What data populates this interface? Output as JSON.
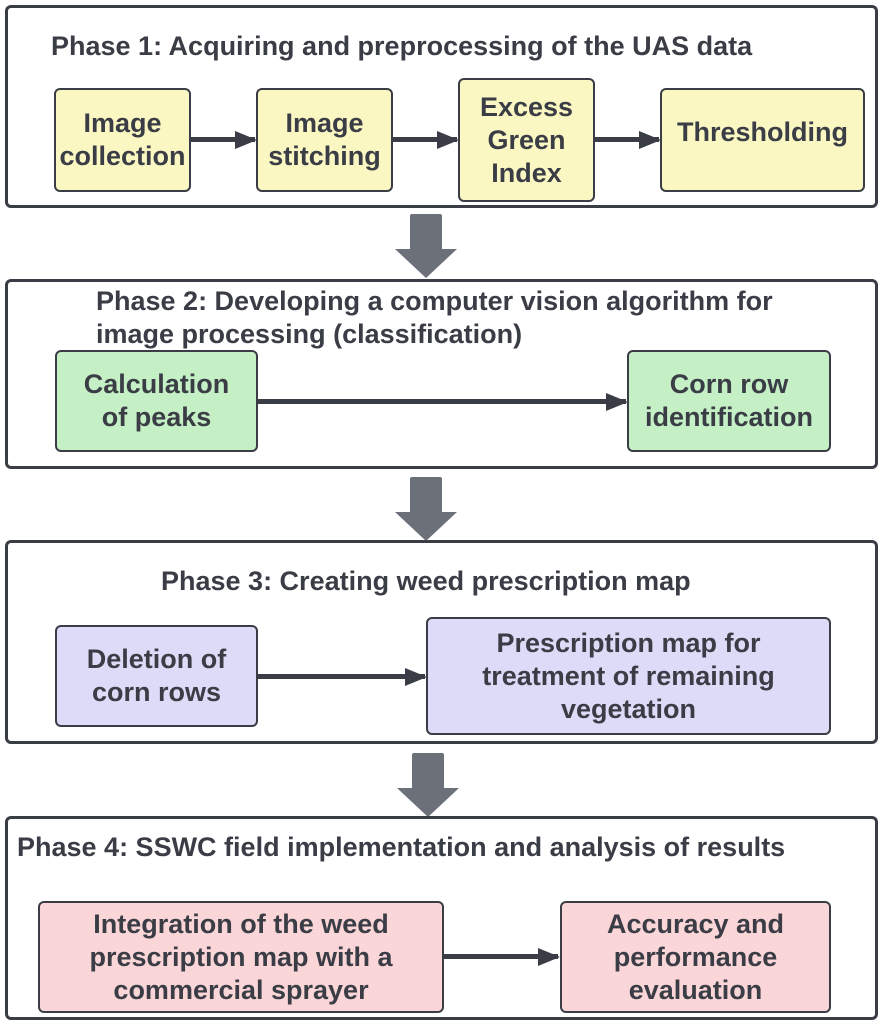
{
  "colors": {
    "phase1_fill": "#fbf7c2",
    "phase2_fill": "#c5f0c5",
    "phase3_fill": "#dcdcf8",
    "phase4_fill": "#fbd6d8",
    "stroke": "#3a3d45",
    "transition_arrow": "#6b7079"
  },
  "phases": [
    {
      "title": "Phase 1: Acquiring and preprocessing of the UAS data",
      "steps": [
        "Image\ncollection",
        "Image\nstitching",
        "Excess\nGreen\nIndex",
        "Thresholding"
      ]
    },
    {
      "title": "Phase 2: Developing a computer vision algorithm for\nimage processing (classification)",
      "steps": [
        "Calculation\nof peaks",
        "Corn row\nidentification"
      ]
    },
    {
      "title": "Phase 3: Creating weed prescription map",
      "steps": [
        "Deletion of\ncorn rows",
        "Prescription map for\ntreatment of remaining\nvegetation"
      ]
    },
    {
      "title": "Phase 4:  SSWC field implementation and analysis of results",
      "steps": [
        "Integration of the weed\nprescription map with a\ncommercial sprayer",
        "Accuracy and\nperformance\nevaluation"
      ]
    }
  ]
}
